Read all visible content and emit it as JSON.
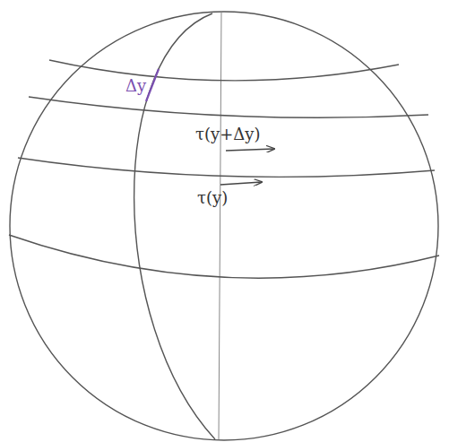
{
  "diagram": {
    "labels": [
      "Δy",
      "τ(y+Δy)",
      "τ(y)"
    ]
  }
}
